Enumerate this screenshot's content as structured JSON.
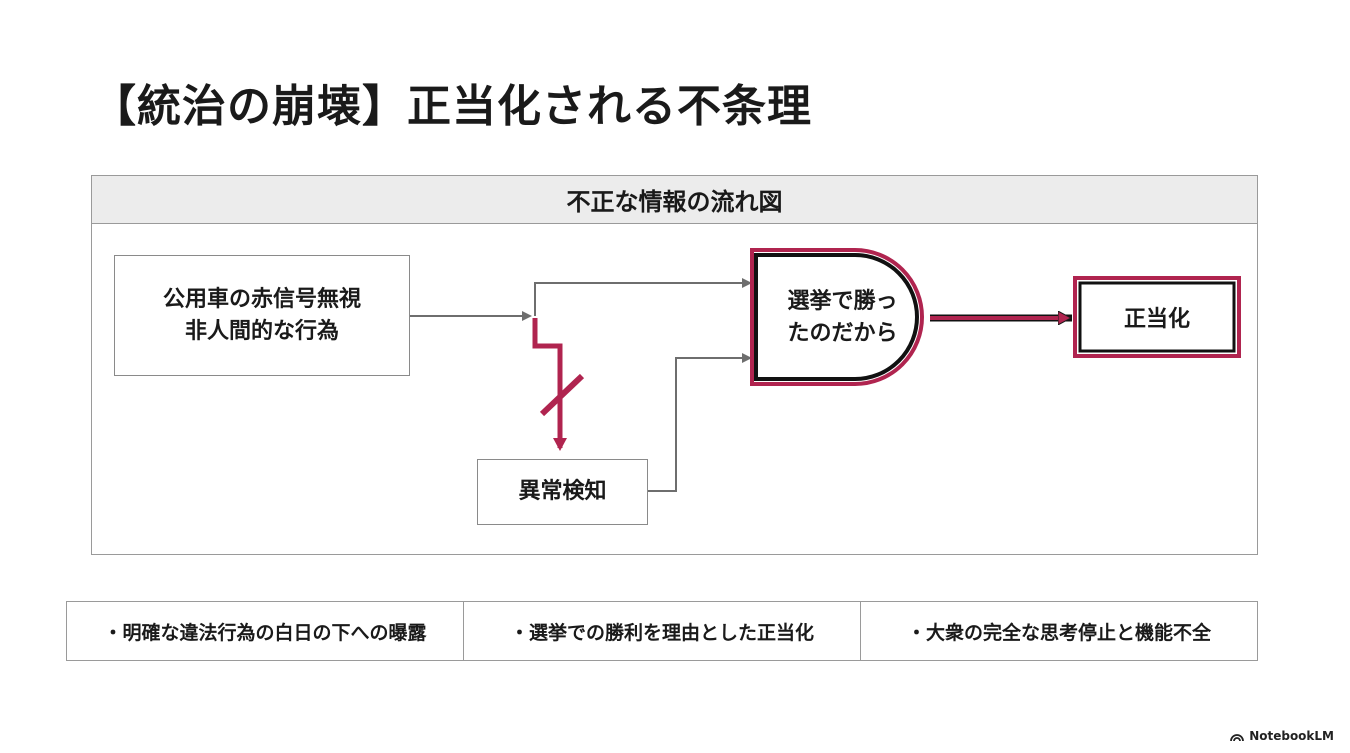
{
  "title": "【統治の崩壊】正当化される不条理",
  "diagram": {
    "header": "不正な情報の流れ図",
    "input_box": {
      "line1": "公用車の赤信号無視",
      "line2": "非人間的な行為"
    },
    "detect_box": "異常検知",
    "gate": {
      "line1": "選挙で勝っ",
      "line2": "たのだから"
    },
    "result_box": "正当化",
    "accent_color": "#b0244f"
  },
  "points": [
    "・明確な違法行為の白日の下への曝露",
    "・選挙での勝利を理由とした正当化",
    "・大衆の完全な思考停止と機能不全"
  ],
  "brand": {
    "icon": "notebooklm-logo-icon",
    "label": "NotebookLM"
  }
}
